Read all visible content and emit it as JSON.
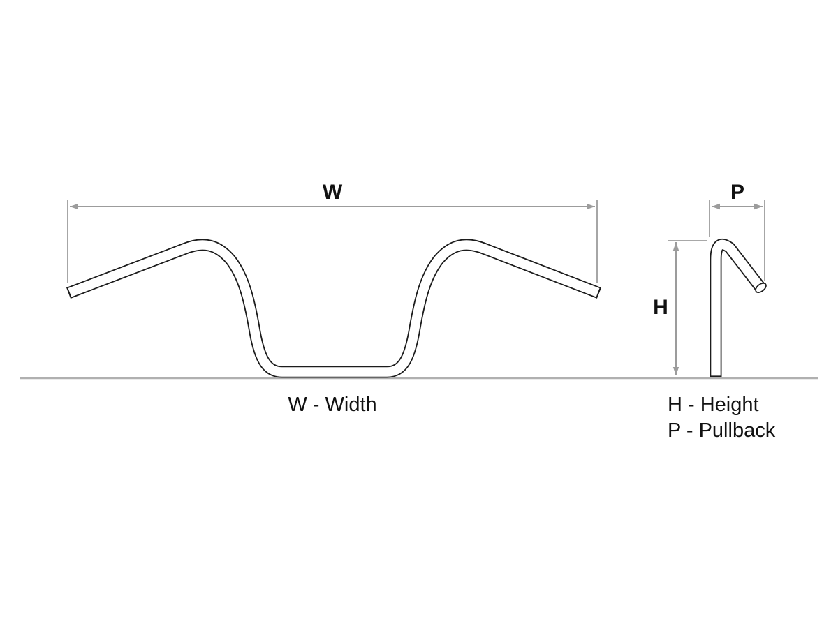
{
  "labels": {
    "width_symbol": "W",
    "height_symbol": "H",
    "pullback_symbol": "P"
  },
  "legend": {
    "width": "W - Width",
    "height": "H - Height",
    "pullback": "P - Pullback"
  },
  "colors": {
    "tube_outline": "#1c1c1c",
    "dimension_gray": "#9c9c9c",
    "baseline_gray": "#b0b0b0",
    "text": "#111111",
    "background": "#ffffff"
  }
}
